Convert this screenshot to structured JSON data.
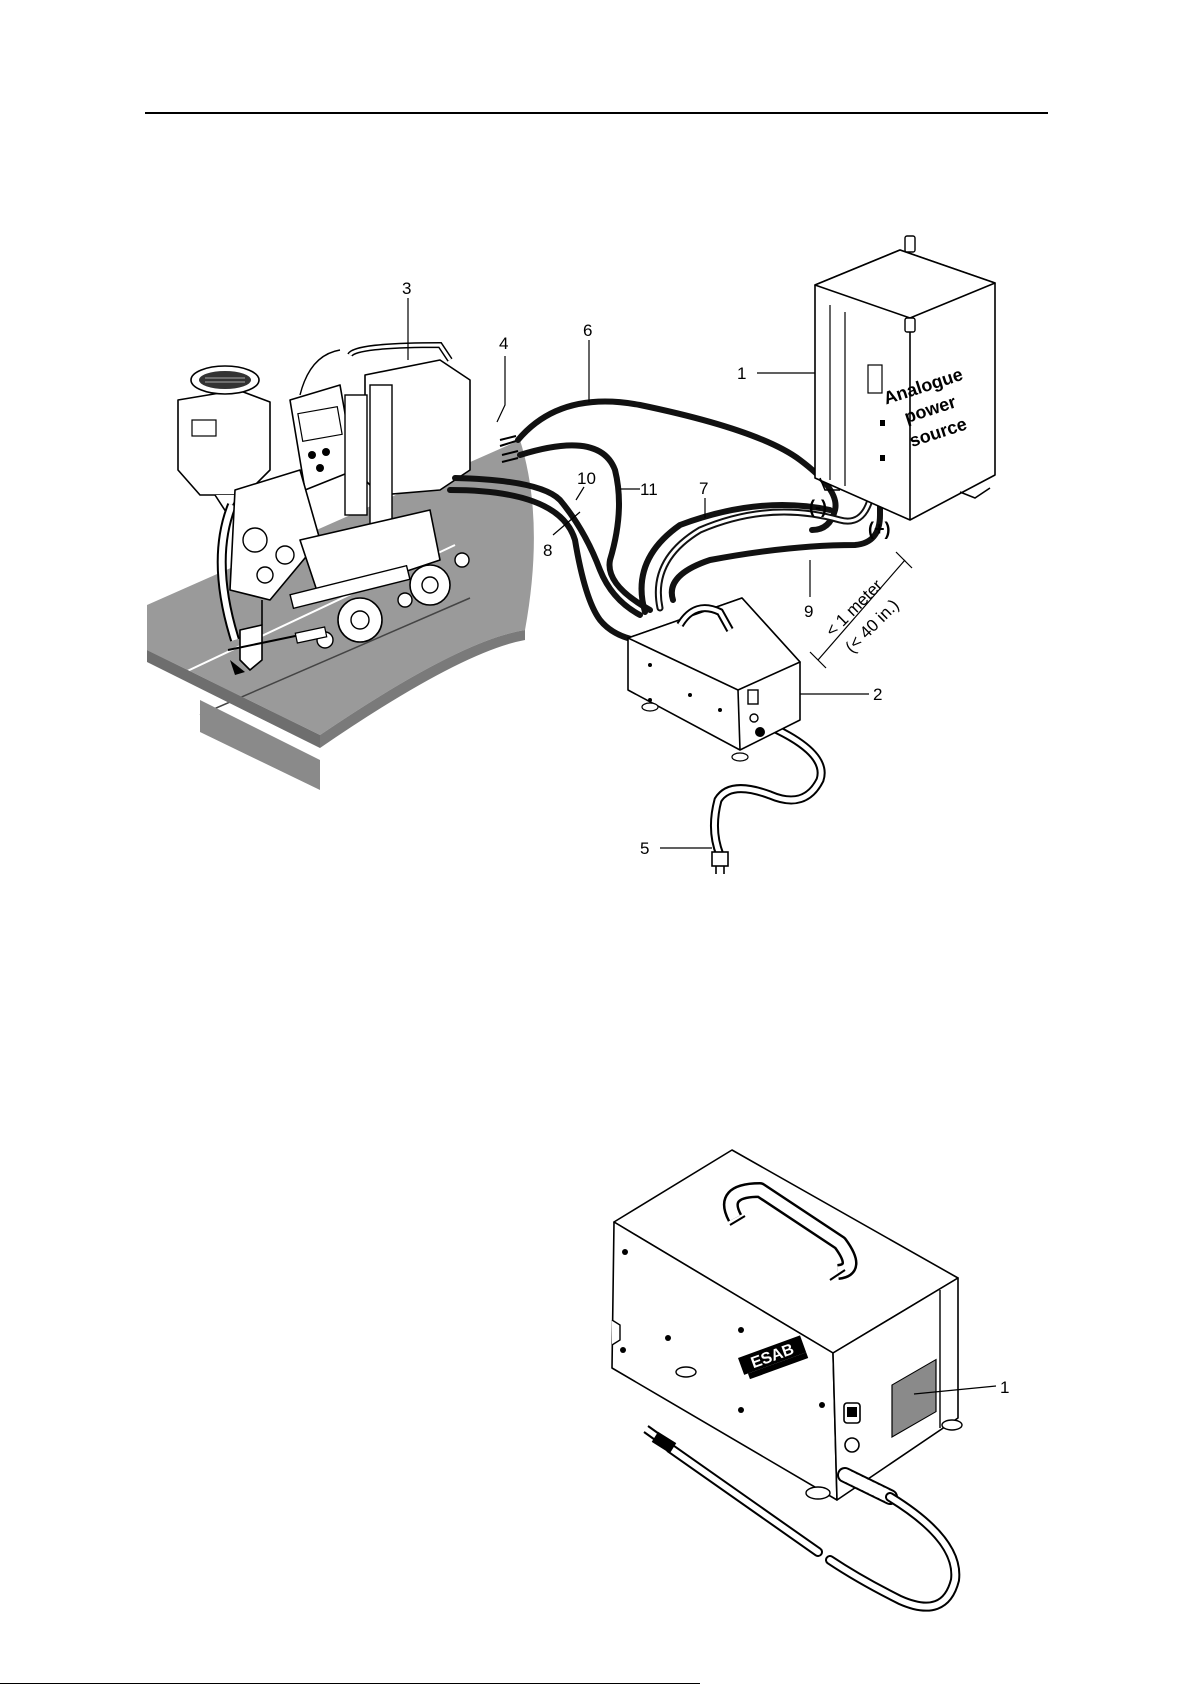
{
  "figure1": {
    "callouts": [
      "1",
      "2",
      "3",
      "4",
      "5",
      "6",
      "7",
      "8",
      "9",
      "10",
      "11"
    ],
    "power_source_label": [
      "Analogue",
      "power",
      "source"
    ],
    "polarity_negative": "(-)",
    "polarity_positive": "(+)",
    "distance_line1": "< 1 meter",
    "distance_line2": "(< 40 in.)"
  },
  "figure2": {
    "callout": "1",
    "brand_logo": "ESAB"
  },
  "colors": {
    "workpiece": "#9a9a9a",
    "ink": "#000000"
  }
}
